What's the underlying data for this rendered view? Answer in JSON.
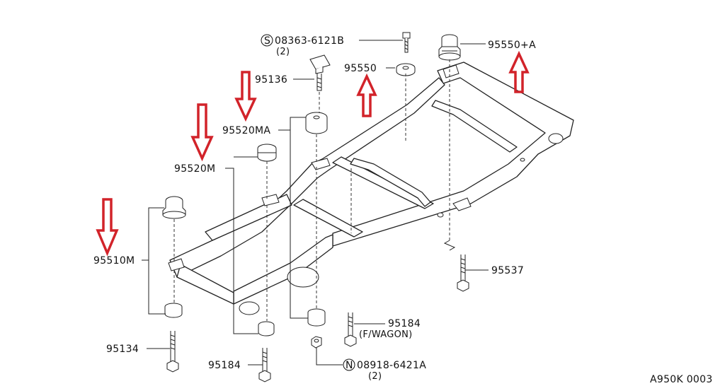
{
  "diagram_code": "A950K 0003",
  "colors": {
    "arrow": "#d2232a",
    "line": "#222222"
  },
  "parts": {
    "screw": {
      "prefix": "S",
      "number": "08363-6121B",
      "qty": "(2)"
    },
    "nut": {
      "prefix": "N",
      "number": "08918-6421A",
      "qty": "(2)"
    },
    "p95136": "95136",
    "p95550": "95550",
    "p95550a": "95550+A",
    "p95520ma": "95520MA",
    "p95520m": "95520M",
    "p95510m": "95510M",
    "p95537": "95537",
    "p95184_wagon": "95184",
    "wagon_note": "(F/WAGON)",
    "p95134": "95134",
    "p95184": "95184"
  },
  "arrows": [
    {
      "part": "95520MA",
      "direction": "down"
    },
    {
      "part": "95520M",
      "direction": "down"
    },
    {
      "part": "95510M",
      "direction": "down"
    },
    {
      "part": "95550",
      "direction": "up"
    },
    {
      "part": "95550+A",
      "direction": "up"
    }
  ]
}
